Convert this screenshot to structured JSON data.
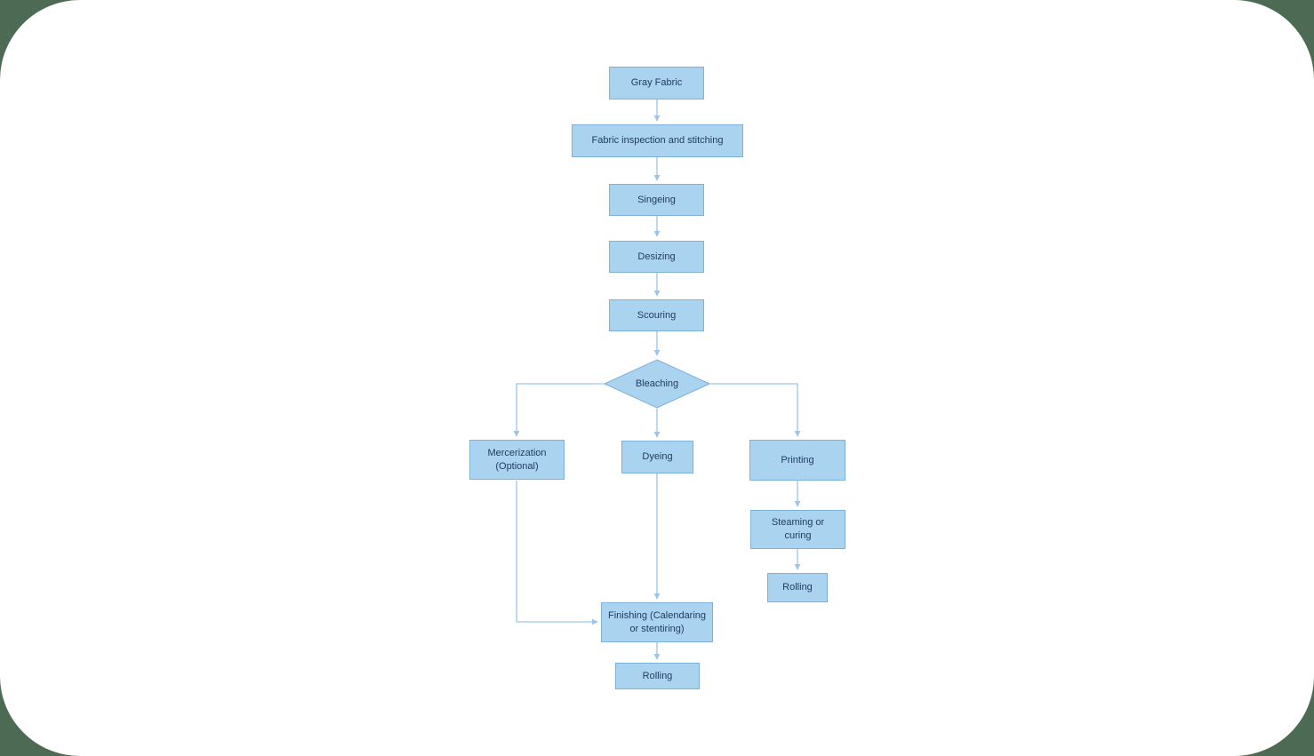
{
  "page": {
    "type": "flowchart",
    "background_color": "#4D6A55",
    "canvas_color": "#FFFFFF"
  },
  "colors": {
    "page_bg": "#4D6A55",
    "canvas_bg": "#FFFFFF",
    "node_fill": "#AAD3F0",
    "node_border": "#7EB1DC",
    "connector": "#9CC5E8",
    "text": "#1E3A5F"
  },
  "nodes": {
    "gray_fabric": {
      "label": "Gray Fabric",
      "shape": "rect"
    },
    "fabric_inspection": {
      "label": "Fabric inspection and stitching",
      "shape": "rect"
    },
    "singeing": {
      "label": "Singeing",
      "shape": "rect"
    },
    "desizing": {
      "label": "Desizing",
      "shape": "rect"
    },
    "scouring": {
      "label": "Scouring",
      "shape": "rect"
    },
    "bleaching": {
      "label": "Bleaching",
      "shape": "diamond"
    },
    "mercerization": {
      "label": "Mercerization (Optional)",
      "shape": "rect"
    },
    "dyeing": {
      "label": "Dyeing",
      "shape": "rect"
    },
    "printing": {
      "label": "Printing",
      "shape": "rect"
    },
    "steaming_or_curing": {
      "label": "Steaming or curing",
      "shape": "rect"
    },
    "rolling_after_steaming": {
      "label": "Rolling",
      "shape": "rect"
    },
    "finishing": {
      "label": "Finishing (Calendaring or stentiring)",
      "shape": "rect"
    },
    "rolling_final": {
      "label": "Rolling",
      "shape": "rect"
    }
  },
  "edges": [
    {
      "from": "gray_fabric",
      "to": "fabric_inspection"
    },
    {
      "from": "fabric_inspection",
      "to": "singeing"
    },
    {
      "from": "singeing",
      "to": "desizing"
    },
    {
      "from": "desizing",
      "to": "scouring"
    },
    {
      "from": "scouring",
      "to": "bleaching"
    },
    {
      "from": "bleaching",
      "to": "mercerization"
    },
    {
      "from": "bleaching",
      "to": "dyeing"
    },
    {
      "from": "bleaching",
      "to": "printing"
    },
    {
      "from": "printing",
      "to": "steaming_or_curing"
    },
    {
      "from": "steaming_or_curing",
      "to": "rolling_after_steaming"
    },
    {
      "from": "dyeing",
      "to": "finishing"
    },
    {
      "from": "mercerization",
      "to": "finishing"
    },
    {
      "from": "finishing",
      "to": "rolling_final"
    }
  ]
}
